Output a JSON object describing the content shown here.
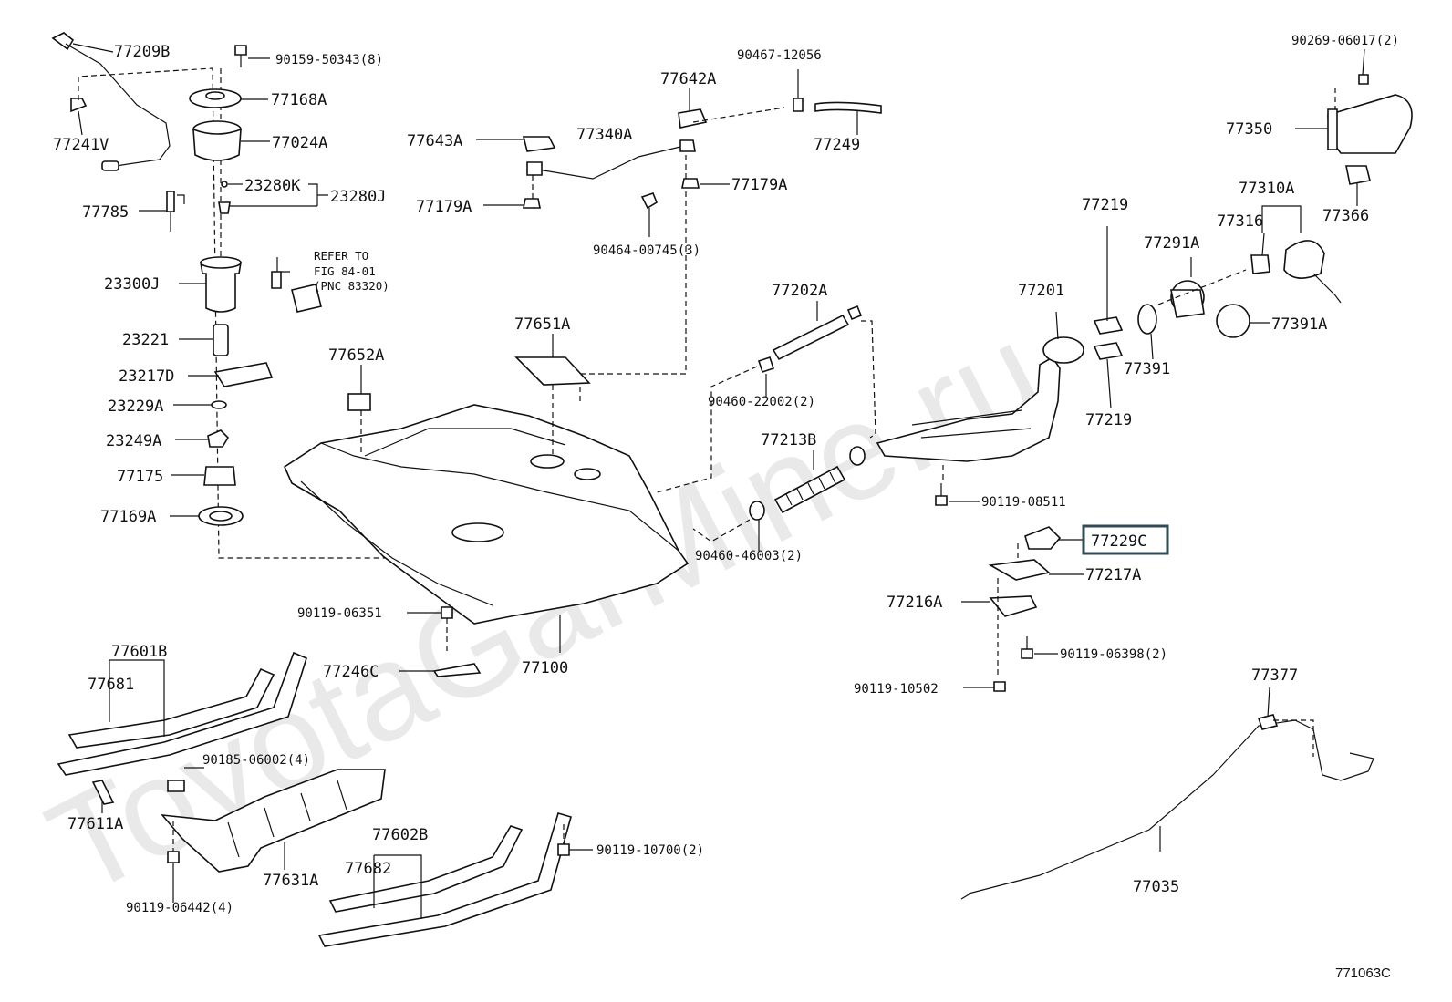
{
  "watermark": "ToyotaGarMine.ru",
  "diagram_code": "771063C",
  "highlighted_part": "77229C",
  "note": {
    "line1": "REFER TO",
    "line2": "FIG 84-01",
    "line3": "(PNC 83320)"
  },
  "labels": {
    "p77209B": "77209B",
    "p90159_50343": "90159-50343(8)",
    "p77168A": "77168A",
    "p77241V": "77241V",
    "p77024A": "77024A",
    "p23280K": "23280K",
    "p23280J": "23280J",
    "p77785": "77785",
    "p23300J": "23300J",
    "p23221": "23221",
    "p23217D": "23217D",
    "p23229A": "23229A",
    "p23249A": "23249A",
    "p77175": "77175",
    "p77169A": "77169A",
    "p90467_12056": "90467-12056",
    "p77642A": "77642A",
    "p77643A": "77643A",
    "p77340A": "77340A",
    "p77249": "77249",
    "p77179A_l": "77179A",
    "p77179A_r": "77179A",
    "p90464_00745": "90464-00745(3)",
    "p77202A": "77202A",
    "p77651A": "77651A",
    "p77652A": "77652A",
    "p90460_22002": "90460-22002(2)",
    "p77213B": "77213B",
    "p90460_46003": "90460-46003(2)",
    "p90119_06351": "90119-06351",
    "p77246C": "77246C",
    "p77100": "77100",
    "p77601B": "77601B",
    "p77681": "77681",
    "p90185_06002": "90185-06002(4)",
    "p77611A": "77611A",
    "p77631A": "77631A",
    "p90119_06442": "90119-06442(4)",
    "p77602B": "77602B",
    "p77682": "77682",
    "p90119_10700": "90119-10700(2)",
    "p90269_06017": "90269-06017(2)",
    "p77350": "77350",
    "p77310A": "77310A",
    "p77366": "77366",
    "p77219_t": "77219",
    "p77316": "77316",
    "p77291A": "77291A",
    "p77201": "77201",
    "p77391A": "77391A",
    "p77391": "77391",
    "p77219_b": "77219",
    "p90119_08511": "90119-08511",
    "p77229C": "77229C",
    "p77217A": "77217A",
    "p77216A": "77216A",
    "p90119_06398": "90119-06398(2)",
    "p90119_10502": "90119-10502",
    "p77377": "77377",
    "p77035": "77035"
  }
}
